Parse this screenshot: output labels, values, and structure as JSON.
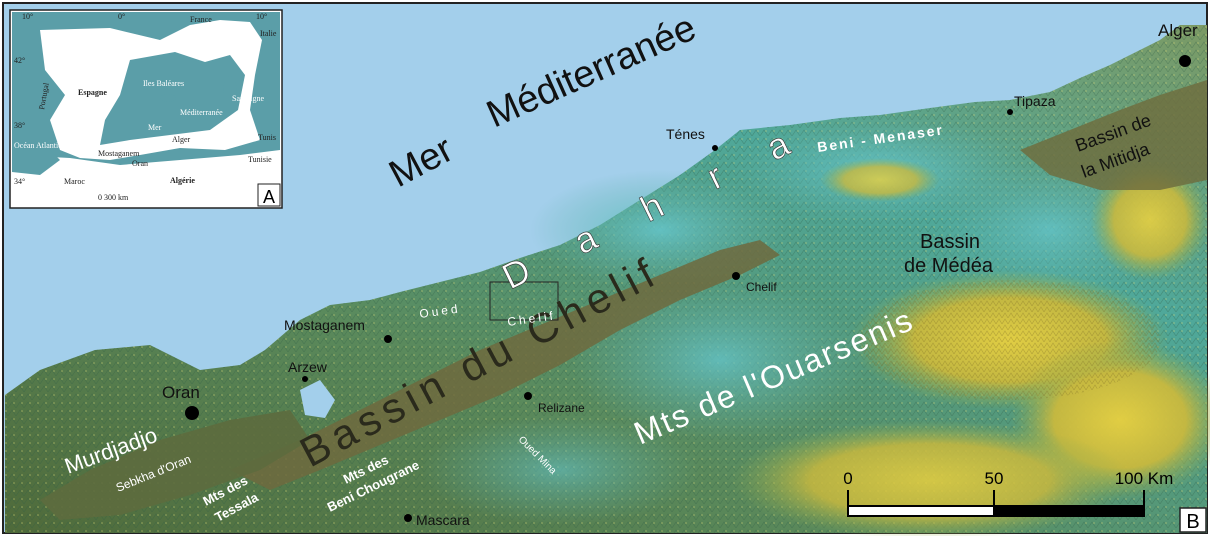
{
  "panel_labels": {
    "main": "B",
    "inset": "A"
  },
  "sea_label": {
    "line1": "Mer",
    "line2": "Méditerranée"
  },
  "cities": [
    {
      "name": "Alger"
    },
    {
      "name": "Tipaza"
    },
    {
      "name": "Ténes"
    },
    {
      "name": "Chelif"
    },
    {
      "name": "Mostaganem"
    },
    {
      "name": "Arzew"
    },
    {
      "name": "Oran"
    },
    {
      "name": "Relizane"
    },
    {
      "name": "Mascara"
    }
  ],
  "regions": {
    "dahra": "D a h r a",
    "bassin_chelif": "Bassin du Chelif",
    "ouarsenis": "Mts de l'Ouarsenis",
    "medea_1": "Bassin",
    "medea_2": "de Médéa",
    "mitidja_1": "Bassin de",
    "mitidja_2": "la Mitidja",
    "beni_menaser": "Beni - Menaser",
    "murdjadjo": "Murdjadjo",
    "sebkha": "Sebkha d'Oran",
    "tessala_1": "Mts des",
    "tessala_2": "Tessala",
    "chougrane_1": "Mts des",
    "chougrane_2": "Beni Chougrane",
    "oued_chelif_1": "Oued",
    "oued_chelif_2": "Chelif",
    "oued_mina": "Oued Mina"
  },
  "scale_bar": {
    "ticks": [
      "0",
      "50",
      "100 Km"
    ]
  },
  "inset": {
    "graticule": [
      "10°",
      "0°",
      "10°",
      "42°",
      "38°",
      "34°"
    ],
    "countries": [
      "France",
      "Italie",
      "Espagne",
      "Portugal",
      "Maroc",
      "Algérie",
      "Tunisie"
    ],
    "places": [
      "Iles Baléares",
      "Sardaigne",
      "Océan Atlantique",
      "Mer",
      "Méditerranée",
      "Alger",
      "Tunis",
      "Mostaganem",
      "Oran"
    ],
    "scale": "0    300 km"
  },
  "colors": {
    "sea": "#a3cfeb",
    "lowland": "#5f6b3c",
    "valley": "#736b3f",
    "upland": "#5a9a78",
    "hills_cyan": "#62b8c0",
    "mountain_yellow": "#d6c23c",
    "inset_sea": "#5b9ea8"
  }
}
